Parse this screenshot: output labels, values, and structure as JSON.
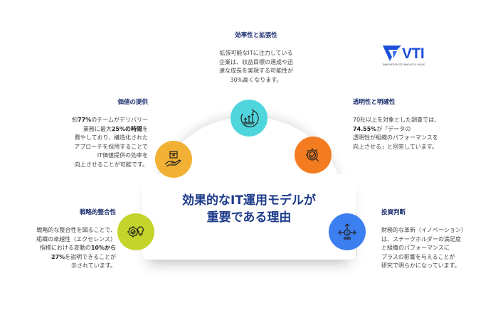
{
  "center": {
    "line1": "効果的なIT運用モデルが",
    "line2": "重要である理由"
  },
  "logo": {
    "name": "VTI",
    "tagline": "INNOVATION TECHNOLOGY VALUE",
    "color": "#1e4fd8"
  },
  "items": {
    "efficiency": {
      "title": "効率性と拡張性",
      "lines": [
        "拡張可能なITに注力している",
        "企業は、収益目標の達成や迅",
        "速な成長を実現する可能性が",
        "30%高くなります。"
      ],
      "color": "#4fd6dc",
      "icon": "growth-chart-icon"
    },
    "value": {
      "title": "価値の提供",
      "l1a": "約",
      "l1b": "77%",
      "l1c": "のチームがデリバリー",
      "l2a": "業務に最大",
      "l2b": "25%の時間",
      "l2c": "を",
      "l3": "費やしており、構造化された",
      "l4": "アプローチを採用することで",
      "l5": "IT価値提供の効率を",
      "l6": "向上させることが可能です。",
      "color": "#f2b134",
      "icon": "hand-box-icon"
    },
    "transparency": {
      "title": "透明性と明確性",
      "l1": "70社以上を対象とした調査では、",
      "l2a": "74.55%",
      "l2b": "が「データの",
      "l3": "透明性が組織のパフォーマンスを",
      "l4": "向上させる」と回答しています。",
      "color": "#f47c20",
      "icon": "magnifier-check-icon"
    },
    "strategy": {
      "title": "戦略的整合性",
      "l1": "戦略的な整合性を図ることで、",
      "l2": "組織の卓越性（エクセレンス）",
      "l3a": "指標における変動の",
      "l3b": "10%から",
      "l4a": "27%",
      "l4b": "を説明できることが",
      "l5": "示されています。",
      "color": "#c5d42a",
      "icon": "gear-bulb-icon"
    },
    "investment": {
      "title": "投資判断",
      "lines": [
        "財務的な革新（イノベーション）",
        "は、ステークホルダーの満足度",
        "と組織のパフォーマンスに",
        "プラスの影響を与えることが",
        "研究で明らかになっています。"
      ],
      "color": "#3b7ff0",
      "icon": "dollar-arrows-icon"
    }
  }
}
